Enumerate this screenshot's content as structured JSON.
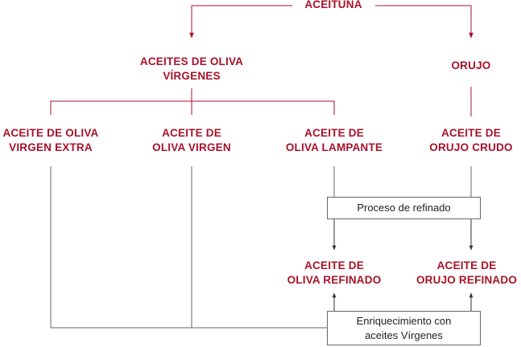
{
  "colors": {
    "accent": "#a8122a",
    "connector_gray": "#666666",
    "text_dark": "#222222"
  },
  "nodes": {
    "aceituna": [
      "ACEITUNA"
    ],
    "virgenes": [
      "ACEITES DE OLIVA",
      "VÍRGENES"
    ],
    "orujo": [
      "ORUJO"
    ],
    "virgen_extra": [
      "ACEITE DE OLIVA",
      "VIRGEN EXTRA"
    ],
    "virgen": [
      "ACEITE DE",
      "OLIVA VIRGEN"
    ],
    "lampante": [
      "ACEITE DE",
      "OLIVA LAMPANTE"
    ],
    "orujo_crudo": [
      "ACEITE DE",
      "ORUJO CRUDO"
    ],
    "oliva_refinado": [
      "ACEITE DE",
      "OLIVA REFINADO"
    ],
    "orujo_refinado": [
      "ACEITE DE",
      "ORUJO REFINADO"
    ]
  },
  "processes": {
    "refinado": [
      "Proceso de refinado"
    ],
    "enriquecimiento": [
      "Enriquecimiento con",
      "aceites Vírgenes"
    ]
  }
}
